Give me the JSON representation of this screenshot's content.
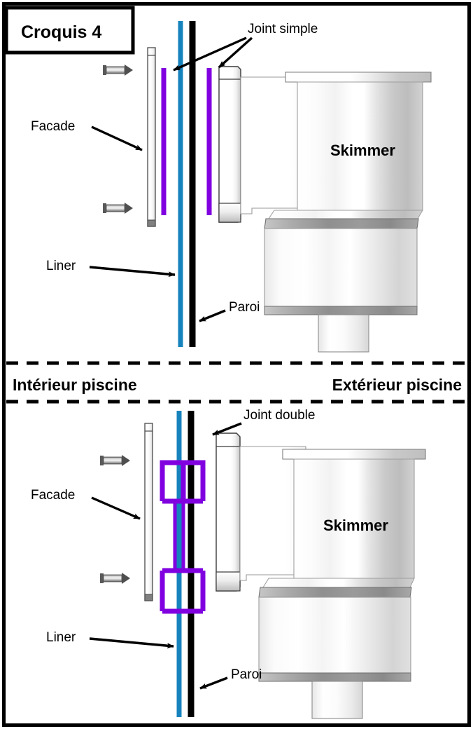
{
  "document": {
    "title": "Croquis 4",
    "type": "technical-assembly-diagram",
    "language": "fr"
  },
  "colors": {
    "liner": "#1783bd",
    "paroi": "#000000",
    "joint": "#8000e0",
    "border": "#000000",
    "background": "#ffffff",
    "skimmer_body_light": "#ffffff",
    "skimmer_body_shade": "#b8b8b8",
    "skimmer_collar": "#8f8f8f"
  },
  "panels": [
    {
      "id": "panel-top",
      "title_box": {
        "label": "Croquis 4"
      },
      "joint_label": "Joint simple",
      "joint_type": "simple",
      "labels": {
        "facade": "Facade",
        "liner": "Liner",
        "paroi": "Paroi",
        "skimmer": "Skimmer"
      },
      "screw_count": 2
    },
    {
      "id": "panel-bottom",
      "joint_label": "Joint double",
      "joint_type": "double",
      "labels": {
        "facade": "Facade",
        "liner": "Liner",
        "paroi": "Paroi",
        "skimmer": "Skimmer"
      },
      "screw_count": 2
    }
  ],
  "divider": {
    "left_label": "Intérieur piscine",
    "right_label": "Extérieur piscine"
  }
}
